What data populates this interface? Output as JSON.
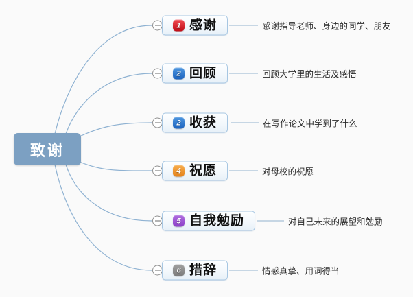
{
  "root": {
    "label": "致谢"
  },
  "colors": {
    "root_fill": "#7ca0c2",
    "branch_border": "#a6c6e2",
    "connector": "#8fb2d2",
    "badges": {
      "red": [
        "#f04b52",
        "#c00c17"
      ],
      "blue": [
        "#4e97e0",
        "#1b62be"
      ],
      "orange": [
        "#f7ae4e",
        "#e5821a"
      ],
      "purple": [
        "#b06ee0",
        "#8b3fc8"
      ],
      "gray": [
        "#a0a0a0",
        "#7c7c7c"
      ]
    }
  },
  "branches": [
    {
      "num": "1",
      "badge_color": "red",
      "label": "感谢",
      "note": "感谢指导老师、身边的同学、朋友"
    },
    {
      "num": "2",
      "badge_color": "blue",
      "label": "回顾",
      "note": "回顾大学里的生活及感悟"
    },
    {
      "num": "2",
      "badge_color": "blue",
      "label": "收获",
      "note": "在写作论文中学到了什么"
    },
    {
      "num": "4",
      "badge_color": "orange",
      "label": "祝愿",
      "note": "对母校的祝愿"
    },
    {
      "num": "5",
      "badge_color": "purple",
      "label": "自我勉励",
      "note": "对自己未来的展望和勉励"
    },
    {
      "num": "6",
      "badge_color": "gray",
      "label": "措辞",
      "note": "情感真挚、用词得当"
    }
  ]
}
